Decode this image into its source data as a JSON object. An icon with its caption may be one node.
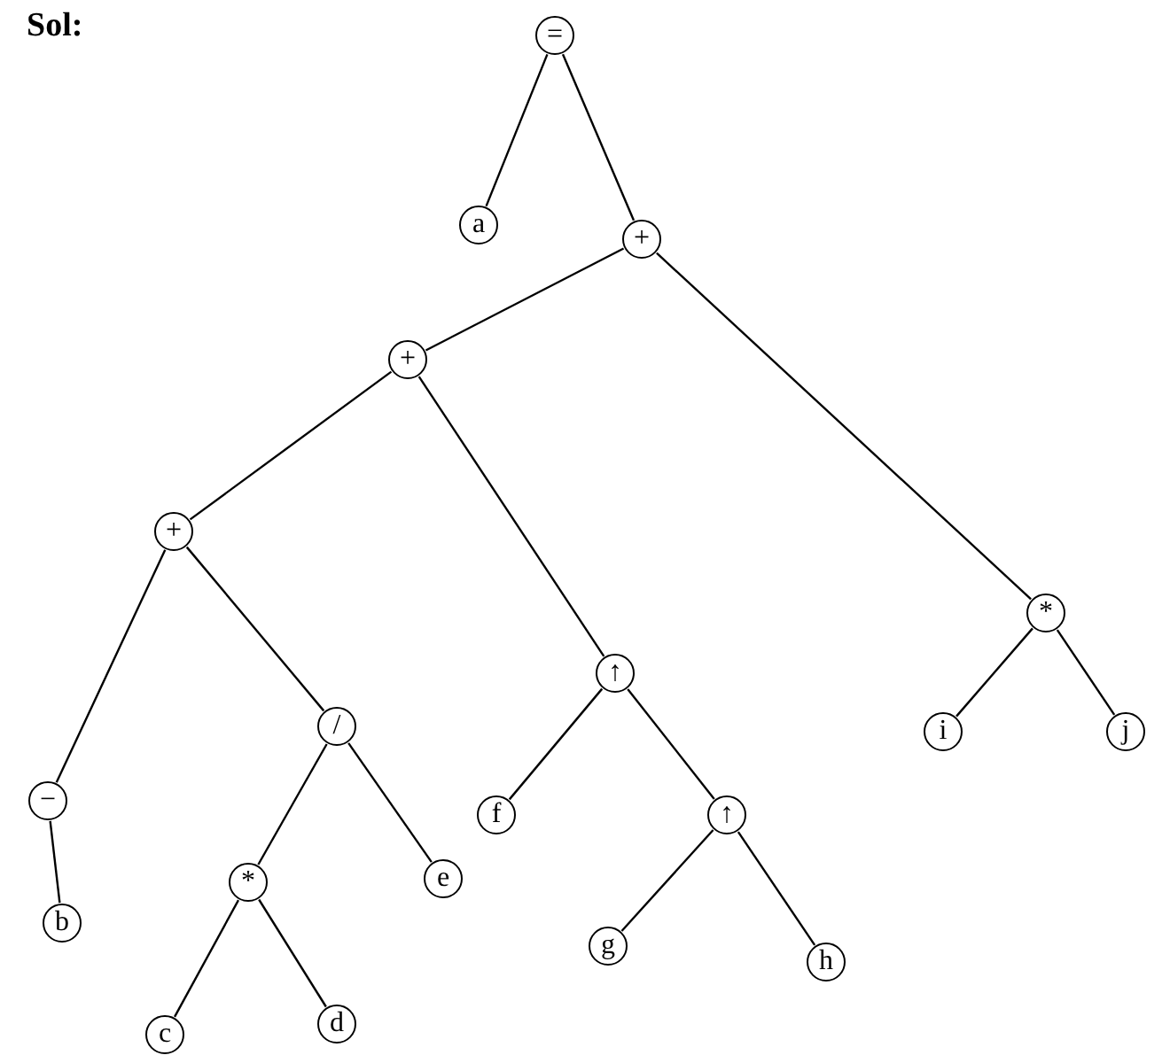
{
  "diagram": {
    "nodes": [
      {
        "text": [
          "="
        ]
      },
      {
        "text": [
          "a"
        ]
      },
      {
        "text": [
          "+"
        ]
      },
      {
        "text": [
          "+"
        ]
      },
      {
        "text": [
          "+"
        ]
      },
      {
        "text": [
          "−"
        ]
      },
      {
        "text": [
          "b"
        ]
      },
      {
        "text": [
          "/"
        ]
      },
      {
        "text": [
          "*"
        ]
      },
      {
        "text": [
          "c"
        ]
      },
      {
        "text": [
          "d"
        ]
      },
      {
        "text": [
          "e"
        ]
      },
      {
        "text": [
          "↑"
        ]
      },
      {
        "text": [
          "f"
        ]
      },
      {
        "text": [
          "↑"
        ]
      },
      {
        "text": [
          "g"
        ]
      },
      {
        "text": [
          "h"
        ]
      },
      {
        "text": [
          "*"
        ]
      },
      {
        "text": [
          "i"
        ]
      },
      {
        "text": [
          "j"
        ]
      }
    ],
    "edges": [
      {
        "from": 0,
        "to": 1,
        "arrow": "none"
      },
      {
        "from": 0,
        "to": 2,
        "arrow": "none"
      },
      {
        "from": 2,
        "to": 3,
        "arrow": "none"
      },
      {
        "from": 2,
        "to": 17,
        "arrow": "none"
      },
      {
        "from": 3,
        "to": 4,
        "arrow": "none"
      },
      {
        "from": 3,
        "to": 12,
        "arrow": "none"
      },
      {
        "from": 4,
        "to": 5,
        "arrow": "none"
      },
      {
        "from": 4,
        "to": 7,
        "arrow": "none"
      },
      {
        "from": 5,
        "to": 6,
        "arrow": "none"
      },
      {
        "from": 7,
        "to": 8,
        "arrow": "none"
      },
      {
        "from": 7,
        "to": 11,
        "arrow": "none"
      },
      {
        "from": 8,
        "to": 9,
        "arrow": "none"
      },
      {
        "from": 8,
        "to": 10,
        "arrow": "none"
      },
      {
        "from": 12,
        "to": 13,
        "arrow": "none"
      },
      {
        "from": 12,
        "to": 14,
        "arrow": "none"
      },
      {
        "from": 14,
        "to": 15,
        "arrow": "none"
      },
      {
        "from": 14,
        "to": 16,
        "arrow": "none"
      },
      {
        "from": 17,
        "to": 18,
        "arrow": "none"
      },
      {
        "from": 17,
        "to": 19,
        "arrow": "none"
      }
    ],
    "labels": [
      "Sol:"
    ]
  }
}
